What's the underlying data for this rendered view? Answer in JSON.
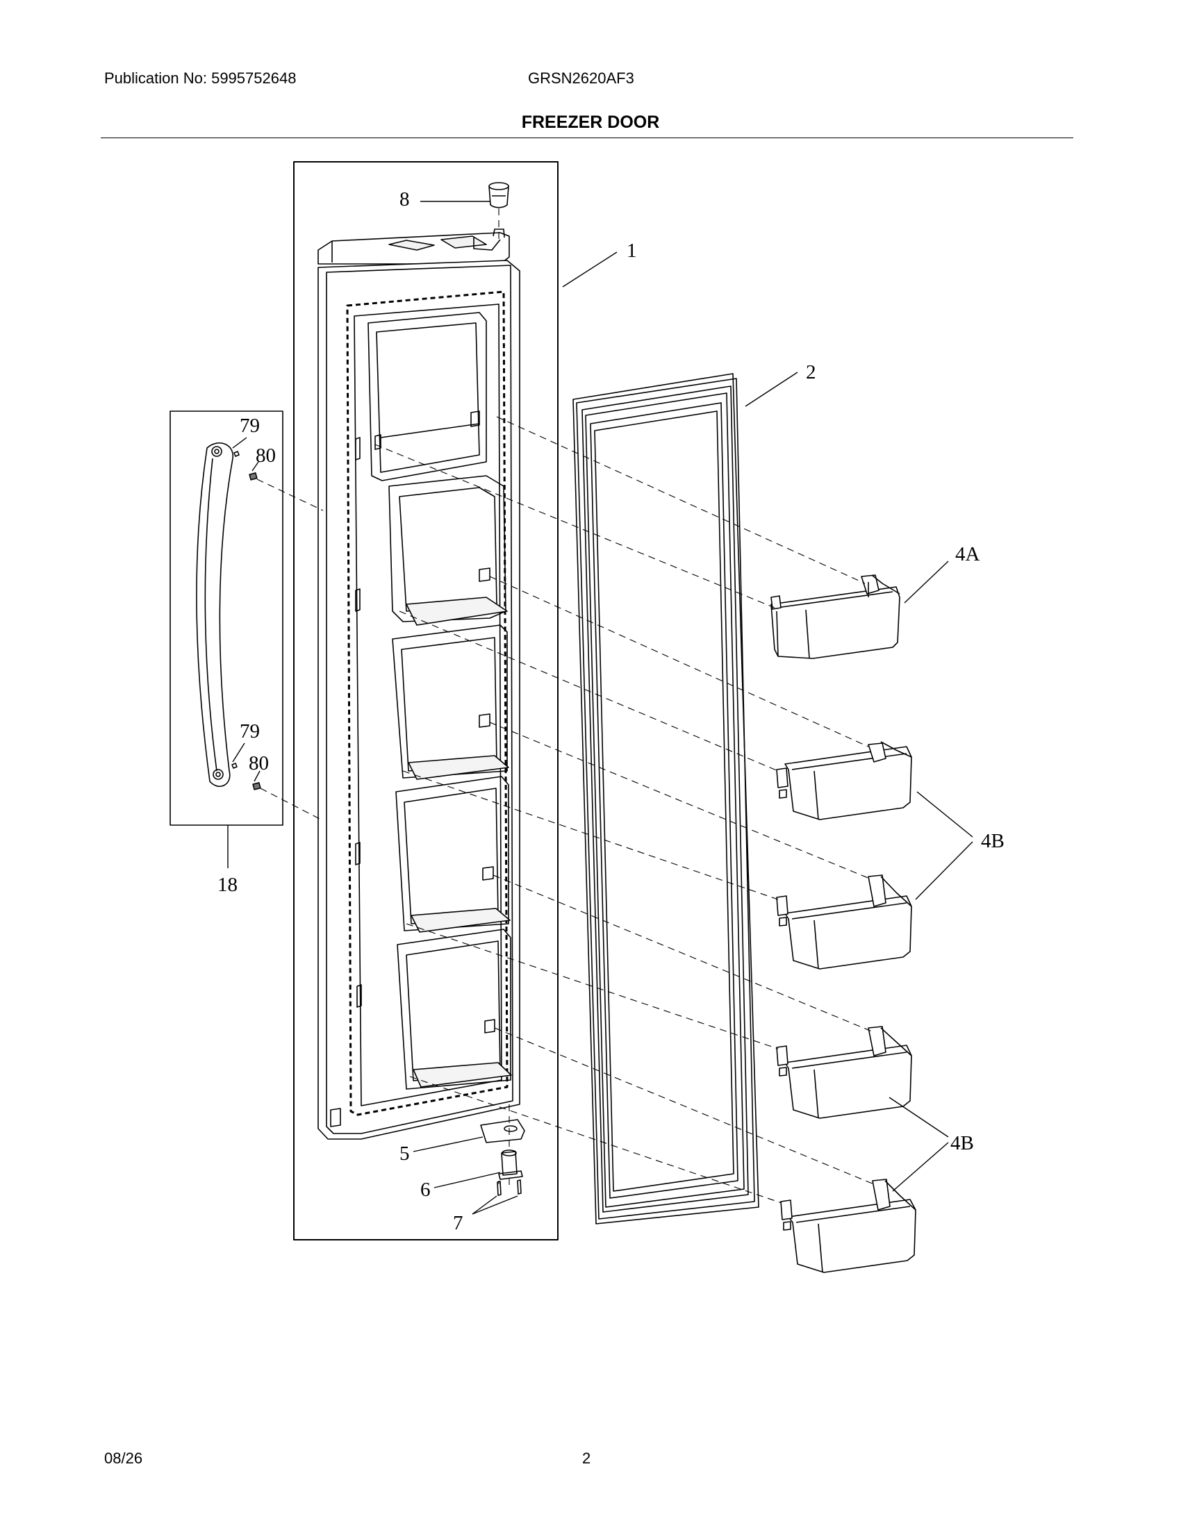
{
  "header": {
    "publication": "Publication No: 5995752648",
    "model": "GRSN2620AF3",
    "title": "FREEZER DOOR"
  },
  "footer": {
    "date": "08/26",
    "page": "2"
  },
  "callouts": {
    "c1": "1",
    "c2": "2",
    "c4a": "4A",
    "c4b_upper": "4B",
    "c4b_lower": "4B",
    "c5": "5",
    "c6": "6",
    "c7": "7",
    "c8": "8",
    "c18": "18",
    "c79_top": "79",
    "c80_top": "80",
    "c79_bottom": "79",
    "c80_bottom": "80"
  }
}
